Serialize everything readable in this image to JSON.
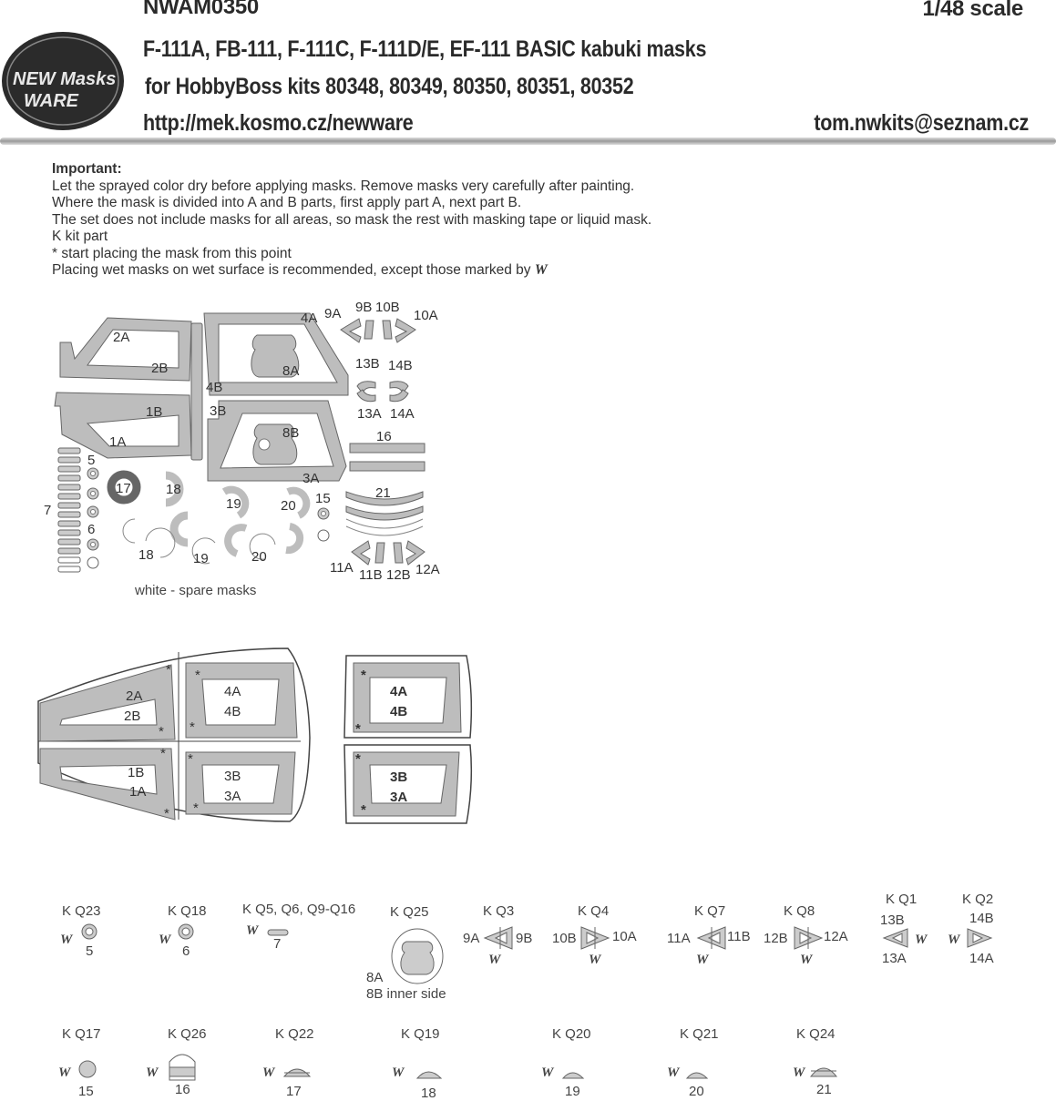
{
  "header": {
    "product_code": "NWAM0350",
    "scale": "1/48 scale",
    "title_line1": "F-111A, FB-111, F-111C, F-111D/E,  EF-111 BASIC kabuki masks",
    "title_line2": "for HobbyBoss kits 80348, 80349, 80350, 80351, 80352",
    "url": "http://mek.kosmo.cz/newware",
    "email": "tom.nwkits@seznam.cz",
    "logo_line1": "NEW Masks",
    "logo_line2": "WARE"
  },
  "notes": {
    "heading": "Important:",
    "lines": [
      "Let the sprayed color dry before applying masks. Remove masks very carefully after painting.",
      "Where the mask is divided into A and B parts, first apply part A, next part B.",
      "The set does not include masks for all areas, so mask the rest with masking tape or liquid mask.",
      "K kit part",
      "*  start placing the mask from this point",
      "Placing wet masks on wet surface is recommended, except those marked by"
    ],
    "w_symbol": "W"
  },
  "sheet": {
    "spare_caption": "white - spare masks",
    "labels": {
      "m2A": "2A",
      "m2B": "2B",
      "m4A": "4A",
      "m8A": "8A",
      "m9A": "9A",
      "m9B": "9B",
      "m10B": "10B",
      "m10A": "10A",
      "m13B": "13B",
      "m14B": "14B",
      "m13A": "13A",
      "m14A": "14A",
      "m1B": "1B",
      "m1A": "1A",
      "m4B": "4B",
      "m3B": "3B",
      "m8B": "8B",
      "m3A": "3A",
      "m16": "16",
      "m21": "21",
      "m5": "5",
      "m6": "6",
      "m7": "7",
      "m15": "15",
      "m17": "17",
      "m18a": "18",
      "m18b": "18",
      "m19a": "19",
      "m19b": "19",
      "m20a": "20",
      "m20b": "20",
      "m11A": "11A",
      "m11B": "11B",
      "m12B": "12B",
      "m12A": "12A"
    }
  },
  "placement": {
    "left_labels": [
      "2A",
      "2B",
      "4A",
      "4B",
      "1B",
      "1A",
      "3B",
      "3A"
    ],
    "right_labels": [
      "4A",
      "4B",
      "3B",
      "3A"
    ],
    "star": "*"
  },
  "parts_row1": [
    {
      "kit": "K Q23",
      "mask": "5"
    },
    {
      "kit": "K Q18",
      "mask": "6"
    },
    {
      "kit": "K Q5, Q6, Q9-Q16",
      "mask": "7"
    },
    {
      "kit": "K Q25",
      "mask": "8A",
      "note": "8B inner side"
    },
    {
      "kit": "K Q3",
      "left": "9A",
      "right": "9B"
    },
    {
      "kit": "K Q4",
      "left": "10B",
      "right": "10A"
    },
    {
      "kit": "K Q7",
      "left": "11A",
      "right": "11B"
    },
    {
      "kit": "K Q8",
      "left": "12B",
      "right": "12A"
    },
    {
      "kit": "K Q1",
      "top": "13B",
      "bottom": "13A"
    },
    {
      "kit": "K Q2",
      "top": "14B",
      "bottom": "14A"
    }
  ],
  "parts_row2": [
    {
      "kit": "K Q17",
      "mask": "15"
    },
    {
      "kit": "K Q26",
      "mask": "16"
    },
    {
      "kit": "K Q22",
      "mask": "17"
    },
    {
      "kit": "K Q19",
      "mask": "18"
    },
    {
      "kit": "K Q20",
      "mask": "19"
    },
    {
      "kit": "K Q21",
      "mask": "20"
    },
    {
      "kit": "K Q24",
      "mask": "21"
    }
  ]
}
